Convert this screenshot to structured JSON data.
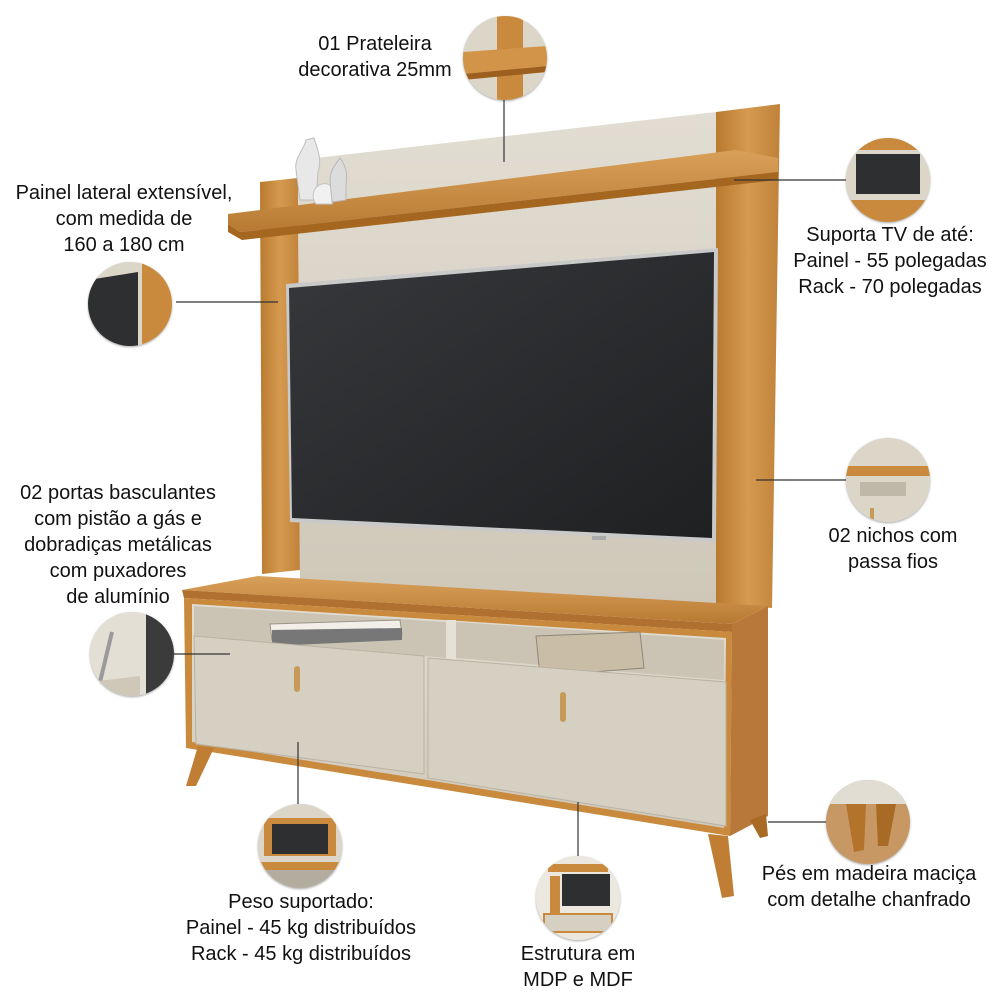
{
  "callouts": {
    "shelf": {
      "lines": [
        "01 Prateleira",
        "decorativa 25mm"
      ]
    },
    "side_panel": {
      "lines": [
        "Painel lateral extensível,",
        "com medida de",
        "160 a 180 cm"
      ]
    },
    "tv_support": {
      "lines": [
        "Suporta TV de até:",
        "Painel - 55 polegadas",
        "Rack - 70 polegadas"
      ]
    },
    "niches": {
      "lines": [
        "02 nichos com",
        "passa fios"
      ]
    },
    "doors": {
      "lines": [
        "02 portas basculantes",
        "com pistão a gás e",
        "dobradiças metálicas",
        "com puxadores",
        "de alumínio"
      ]
    },
    "feet": {
      "lines": [
        "Pés em madeira maciça",
        "com detalhe chanfrado"
      ]
    },
    "weight": {
      "lines": [
        "Peso suportado:",
        "Painel - 45 kg distribuídos",
        "Rack - 45 kg distribuídos"
      ]
    },
    "structure": {
      "lines": [
        "Estrutura em",
        "MDP e MDF"
      ]
    }
  },
  "colors": {
    "wood": "#c98a3e",
    "wood_dark": "#a96a26",
    "off_white": "#dcd6c9",
    "tv_screen": "#2b2c2e",
    "leader_line": "#333333"
  },
  "icons": [
    "shelf-detail-icon",
    "side-panel-detail-icon",
    "tv-detail-icon",
    "niche-detail-icon",
    "door-hinge-detail-icon",
    "foot-detail-icon",
    "weight-detail-icon",
    "structure-detail-icon"
  ]
}
